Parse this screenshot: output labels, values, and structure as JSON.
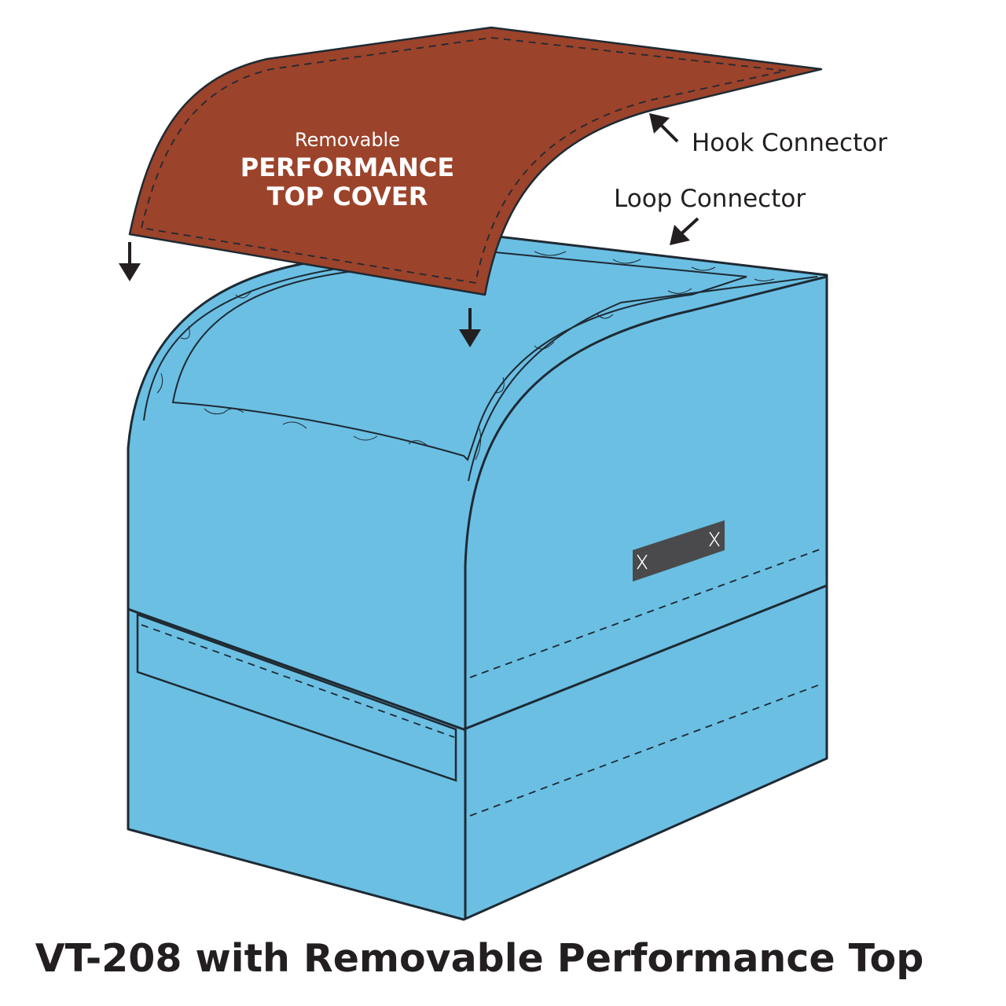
{
  "cover": {
    "line1": "Removable",
    "line2": "PERFORMANCE",
    "line3": "TOP COVER"
  },
  "callouts": {
    "hook": "Hook Connector",
    "loop": "Loop Connector"
  },
  "caption": "VT-208 with Removable Performance Top",
  "colors": {
    "cover": "#9c432b",
    "body": "#6bbfe3",
    "outline": "#1e2a33",
    "plate": "#4a4a4c"
  }
}
